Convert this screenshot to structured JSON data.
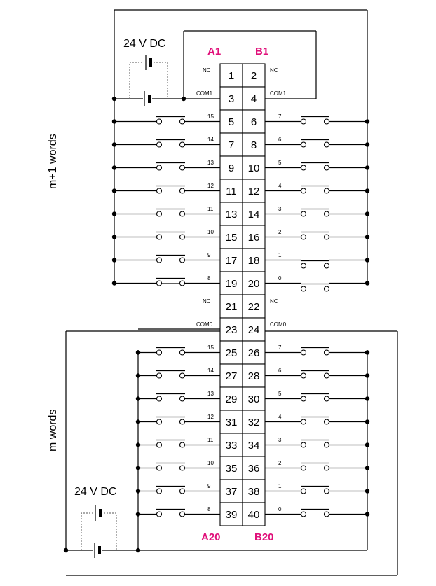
{
  "headers": {
    "a_top": "A1",
    "b_top": "B1",
    "a_bottom": "A20",
    "b_bottom": "B20",
    "color": "#e0107a"
  },
  "supply": {
    "top": "24 V DC",
    "bottom": "24 V DC"
  },
  "groups": {
    "upper": "m+1 words",
    "lower": "m words"
  },
  "terminal_rows": [
    {
      "a": "1",
      "b": "2",
      "left": "NC",
      "right": "NC",
      "kind": "nc"
    },
    {
      "a": "3",
      "b": "4",
      "left": "COM1",
      "right": "COM1",
      "kind": "com"
    },
    {
      "a": "5",
      "b": "6",
      "left": "15",
      "right": "7",
      "kind": "input"
    },
    {
      "a": "7",
      "b": "8",
      "left": "14",
      "right": "6",
      "kind": "input"
    },
    {
      "a": "9",
      "b": "10",
      "left": "13",
      "right": "5",
      "kind": "input"
    },
    {
      "a": "11",
      "b": "12",
      "left": "12",
      "right": "4",
      "kind": "input"
    },
    {
      "a": "13",
      "b": "14",
      "left": "11",
      "right": "3",
      "kind": "input"
    },
    {
      "a": "15",
      "b": "16",
      "left": "10",
      "right": "2",
      "kind": "input"
    },
    {
      "a": "17",
      "b": "18",
      "left": "9",
      "right": "1",
      "kind": "input"
    },
    {
      "a": "19",
      "b": "20",
      "left": "8",
      "right": "0",
      "kind": "input"
    },
    {
      "a": "21",
      "b": "22",
      "left": "NC",
      "right": "NC",
      "kind": "nc"
    },
    {
      "a": "23",
      "b": "24",
      "left": "COM0",
      "right": "COM0",
      "kind": "com"
    },
    {
      "a": "25",
      "b": "26",
      "left": "15",
      "right": "7",
      "kind": "input"
    },
    {
      "a": "27",
      "b": "28",
      "left": "14",
      "right": "6",
      "kind": "input"
    },
    {
      "a": "29",
      "b": "30",
      "left": "13",
      "right": "5",
      "kind": "input"
    },
    {
      "a": "31",
      "b": "32",
      "left": "12",
      "right": "4",
      "kind": "input"
    },
    {
      "a": "33",
      "b": "34",
      "left": "11",
      "right": "3",
      "kind": "input"
    },
    {
      "a": "35",
      "b": "36",
      "left": "10",
      "right": "2",
      "kind": "input"
    },
    {
      "a": "37",
      "b": "38",
      "left": "9",
      "right": "1",
      "kind": "input"
    },
    {
      "a": "39",
      "b": "40",
      "left": "8",
      "right": "0",
      "kind": "input"
    }
  ]
}
